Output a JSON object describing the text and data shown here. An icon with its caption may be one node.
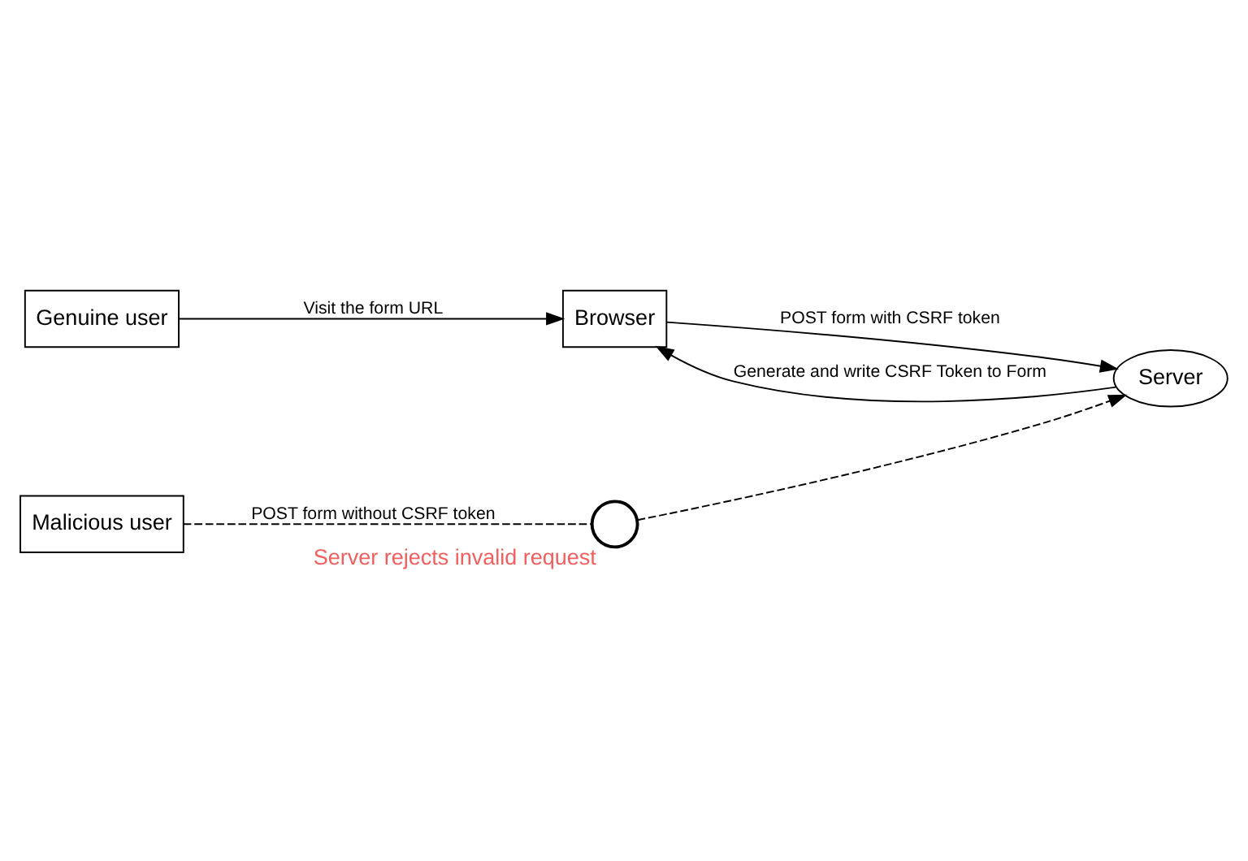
{
  "diagram": {
    "nodes": [
      {
        "text": [
          "Genuine user"
        ]
      },
      {
        "text": [
          "Browser"
        ]
      },
      {
        "text": [
          "Server"
        ]
      },
      {
        "text": [
          "Malicious user"
        ]
      },
      {
        "text": [],
        "shape": "circle",
        "beside": [
          "Server rejects invalid request"
        ]
      }
    ],
    "edges": [
      {
        "from": 0,
        "to": 1,
        "arrow": "to",
        "label": "Visit the form URL"
      },
      {
        "from": 2,
        "to": 1,
        "arrow": "to",
        "label": "Generate and write CSRF Token to Form"
      },
      {
        "from": 1,
        "to": 2,
        "arrow": "to",
        "label": "POST form with CSRF token"
      },
      {
        "from": 3,
        "to": 4,
        "arrow": "none",
        "label": "POST form without CSRF token",
        "style": "dashed"
      },
      {
        "from": 4,
        "to": 2,
        "arrow": "to",
        "style": "dashed"
      }
    ]
  }
}
